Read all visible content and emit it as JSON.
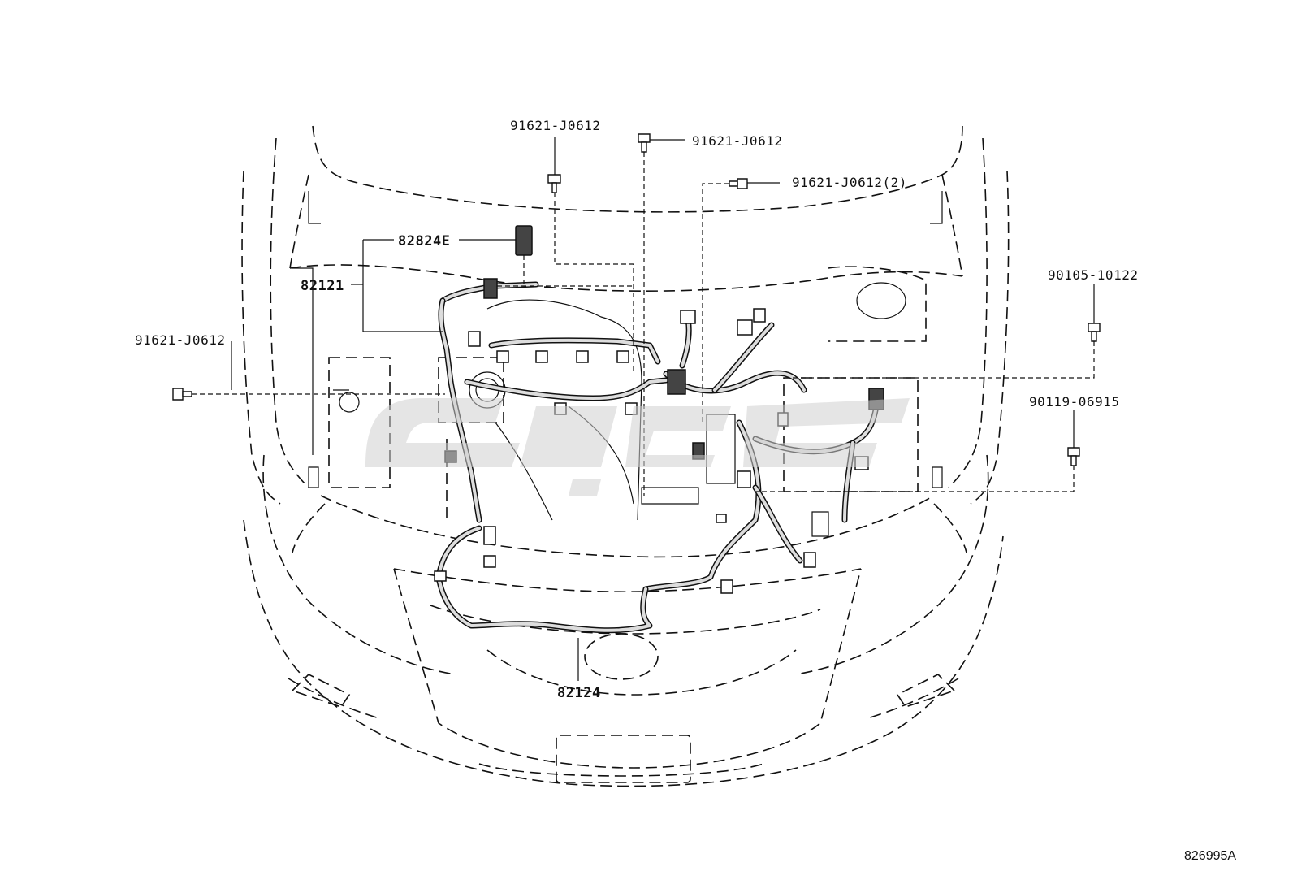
{
  "diagram": {
    "callouts": {
      "c1": "91621-J0612",
      "c2": "91621-J0612",
      "c3": "91621-J0612(2)",
      "c4": "82824E",
      "c5": "82121",
      "c6": "91621-J0612",
      "c7": "90105-10122",
      "c8": "90119-06915",
      "c9": "82124"
    },
    "figure_id": "826995A"
  }
}
